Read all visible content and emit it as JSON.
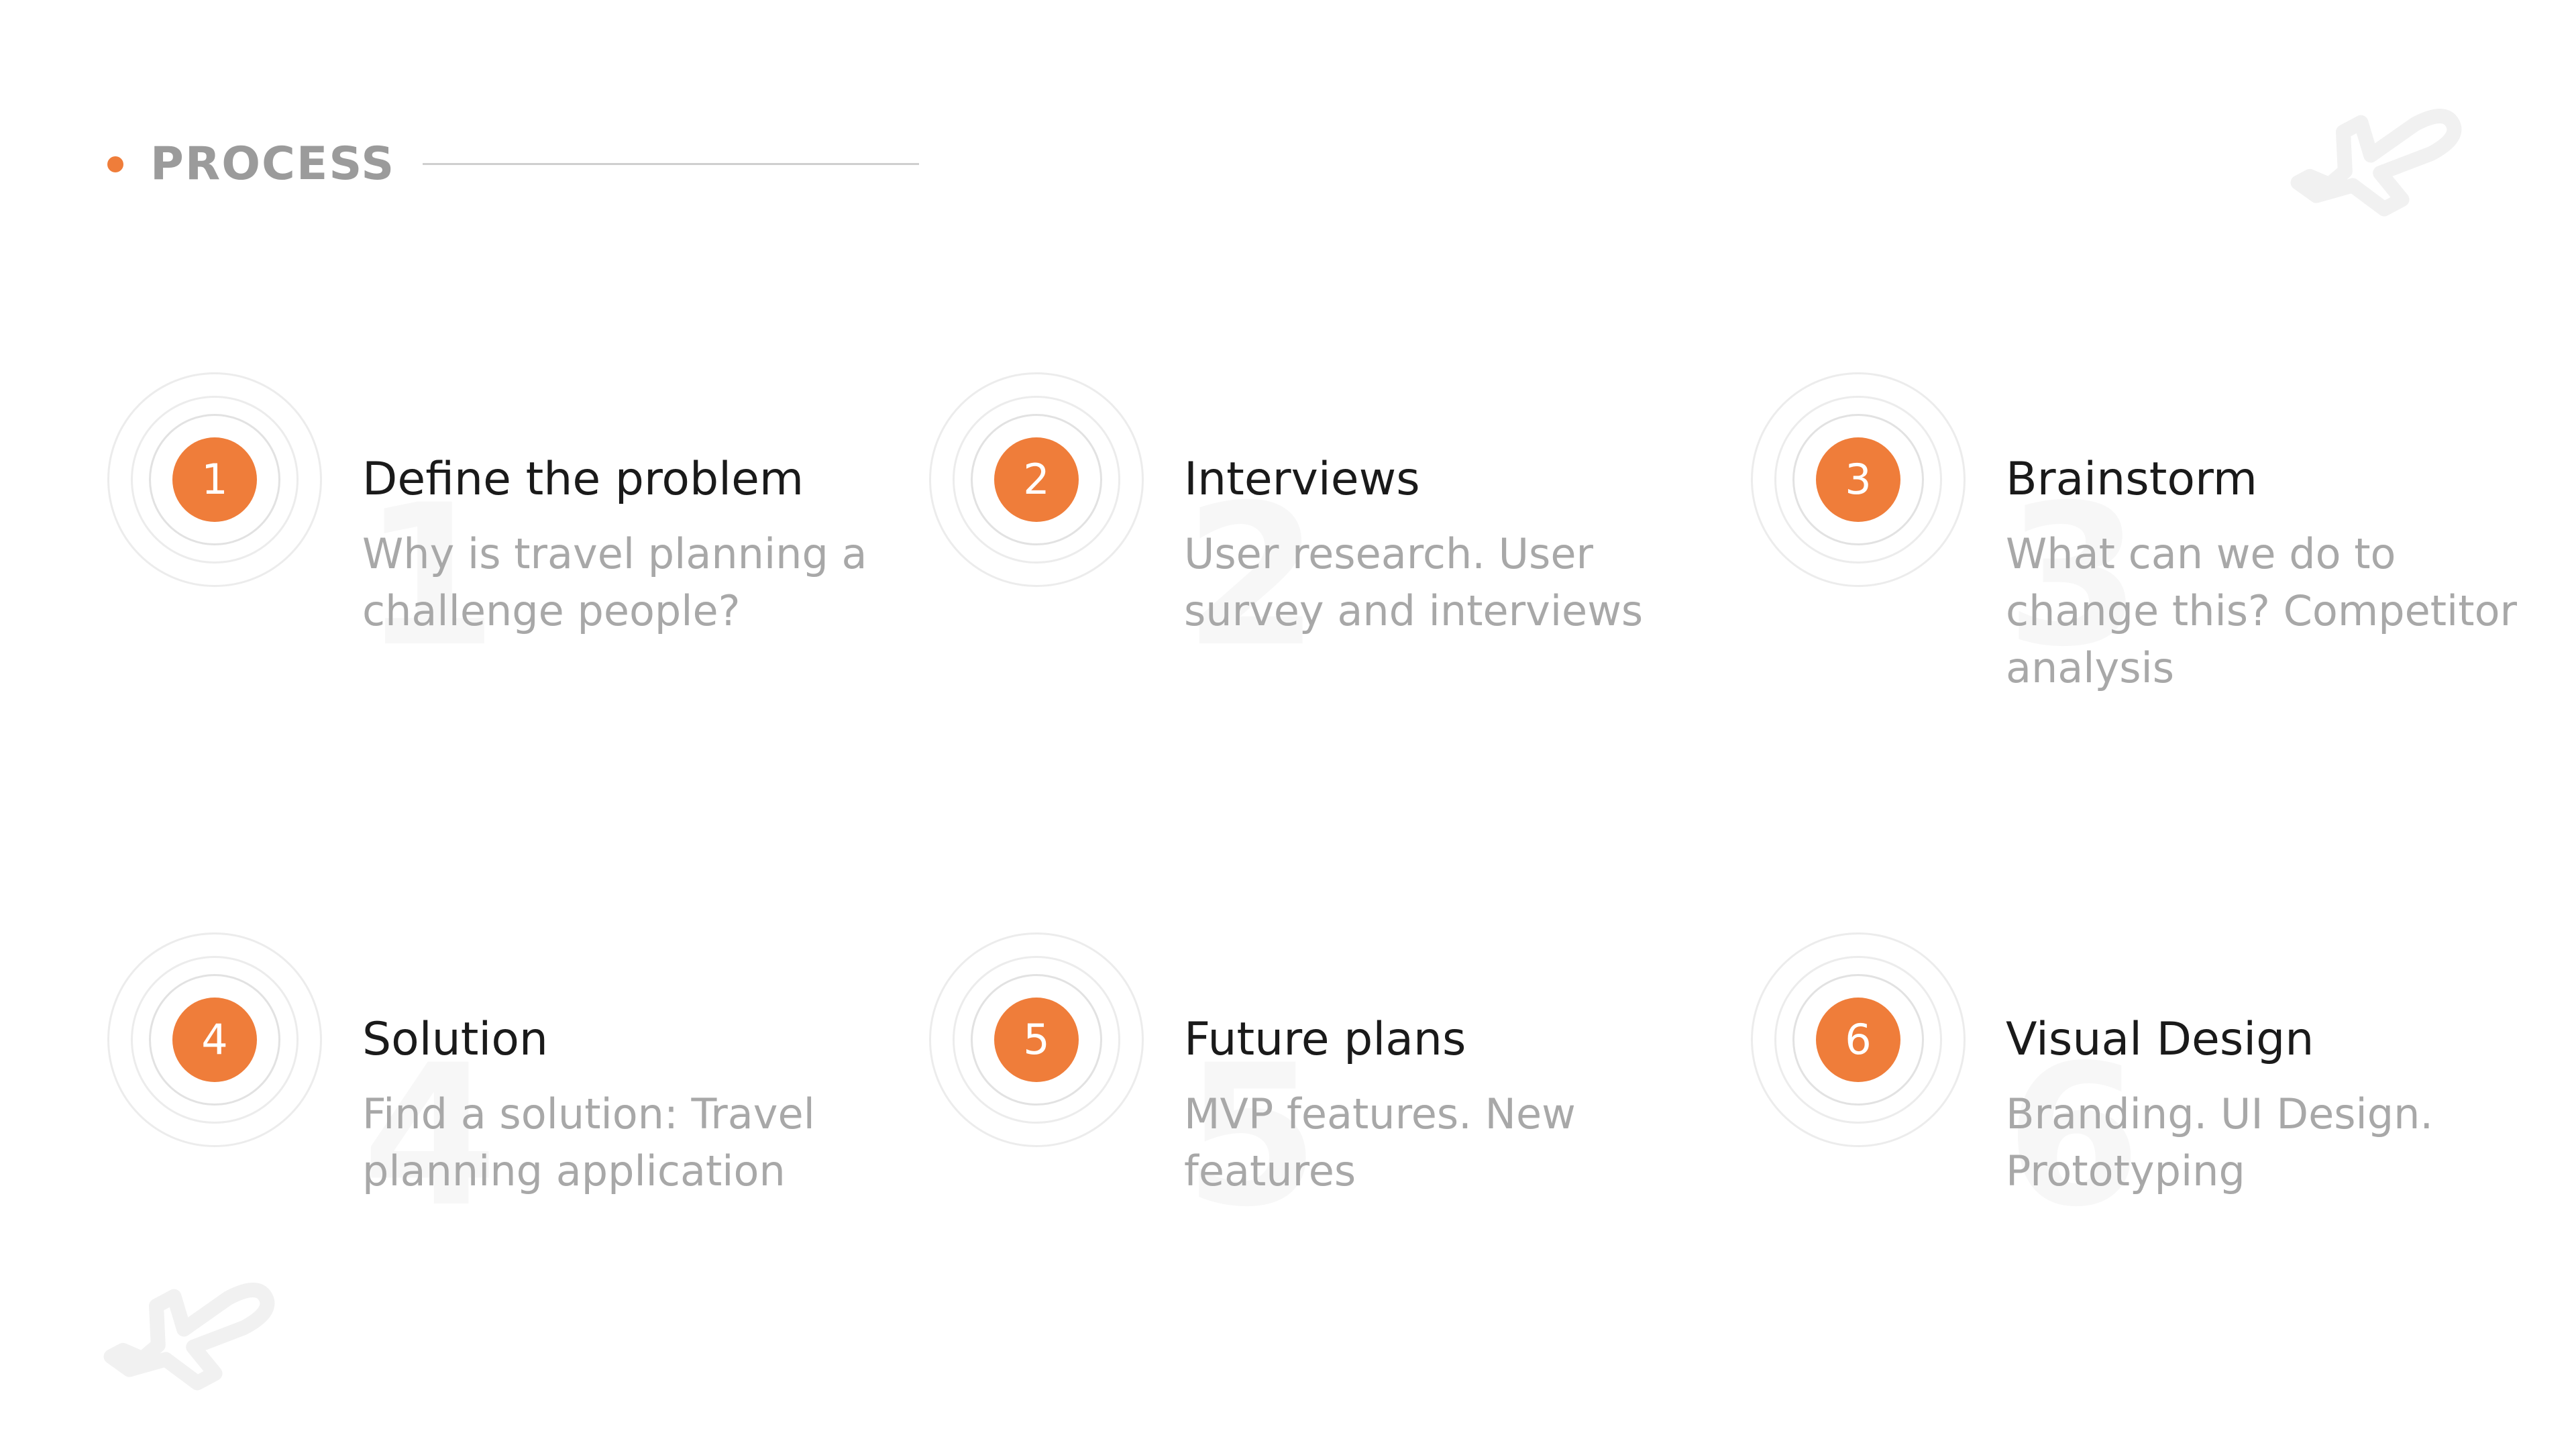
{
  "header": {
    "title": "PROCESS"
  },
  "icons": {
    "bullet": "bullet-dot",
    "decoration": "airplane-outline-icon"
  },
  "colors": {
    "accent": "#ef7d3a",
    "title_text": "#1a1a1a",
    "muted_text": "#a8a8a8",
    "header_text": "#9b9b9b"
  },
  "steps": [
    {
      "number": "1",
      "title": "Define the problem",
      "description": "Why is travel planning a challenge people?"
    },
    {
      "number": "2",
      "title": "Interviews",
      "description": "User research. User survey and interviews"
    },
    {
      "number": "3",
      "title": "Brainstorm",
      "description": "What can we do to change this? Competitor analysis"
    },
    {
      "number": "4",
      "title": "Solution",
      "description": "Find a solution: Travel planning application"
    },
    {
      "number": "5",
      "title": "Future plans",
      "description": "MVP features. New features"
    },
    {
      "number": "6",
      "title": "Visual Design",
      "description": "Branding. UI Design. Prototyping"
    }
  ]
}
